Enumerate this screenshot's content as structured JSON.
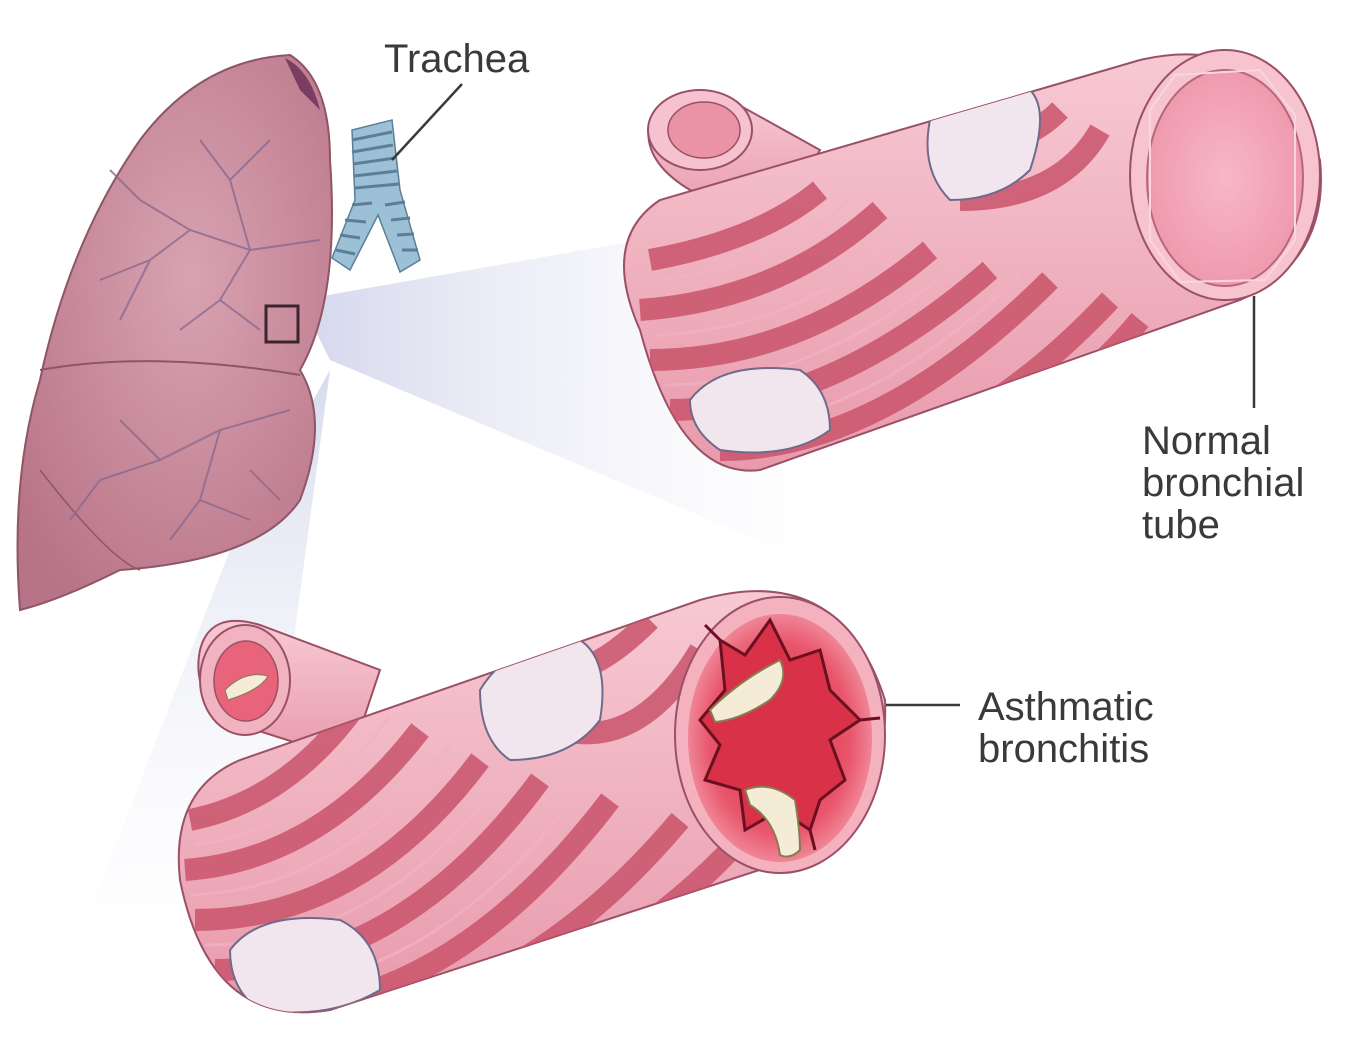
{
  "labels": {
    "trachea": "Trachea",
    "normal": [
      "Normal",
      "bronchial",
      "tube"
    ],
    "asthmatic": [
      "Asthmatic",
      "bronchitis"
    ]
  },
  "colors": {
    "lung": "#c98a9c",
    "tube_wall": "#f2b6c3",
    "muscle_band": "#c9546c",
    "lumen_inflamed": "#e0445a",
    "mucus": "#f4ecd6",
    "trachea": "#8fb4cc",
    "text": "#3a3a3a"
  }
}
